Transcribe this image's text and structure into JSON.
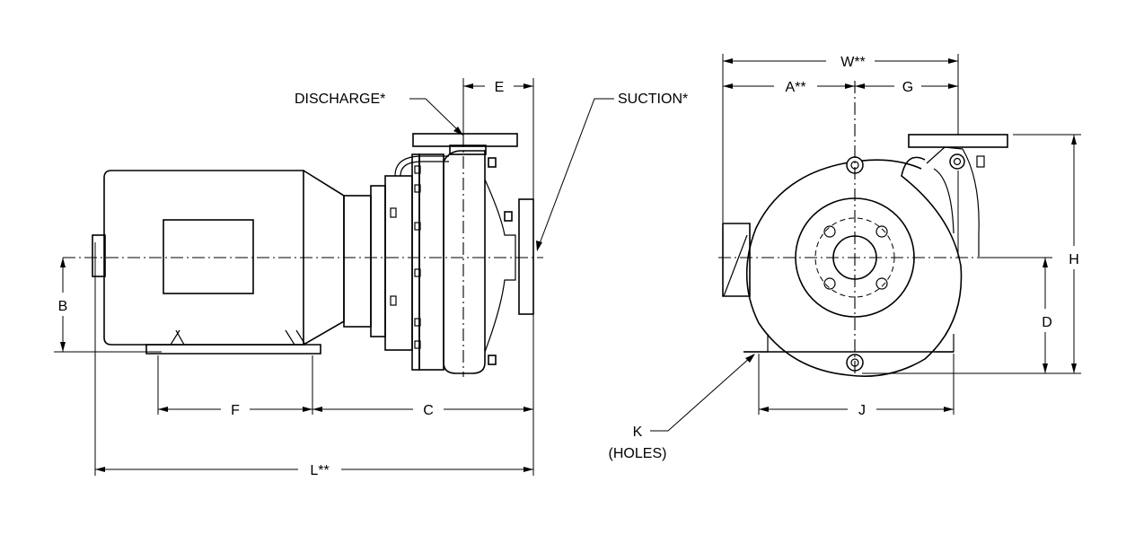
{
  "side_view": {
    "labels": {
      "discharge": "DISCHARGE*",
      "suction": "SUCTION*",
      "dim_b": "B",
      "dim_c": "C",
      "dim_e": "E",
      "dim_f": "F",
      "dim_l": "L**"
    }
  },
  "front_view": {
    "labels": {
      "dim_w": "W**",
      "dim_a": "A**",
      "dim_g": "G",
      "dim_h": "H",
      "dim_d": "D",
      "dim_j": "J",
      "dim_k": "K",
      "holes": "(HOLES)"
    }
  }
}
